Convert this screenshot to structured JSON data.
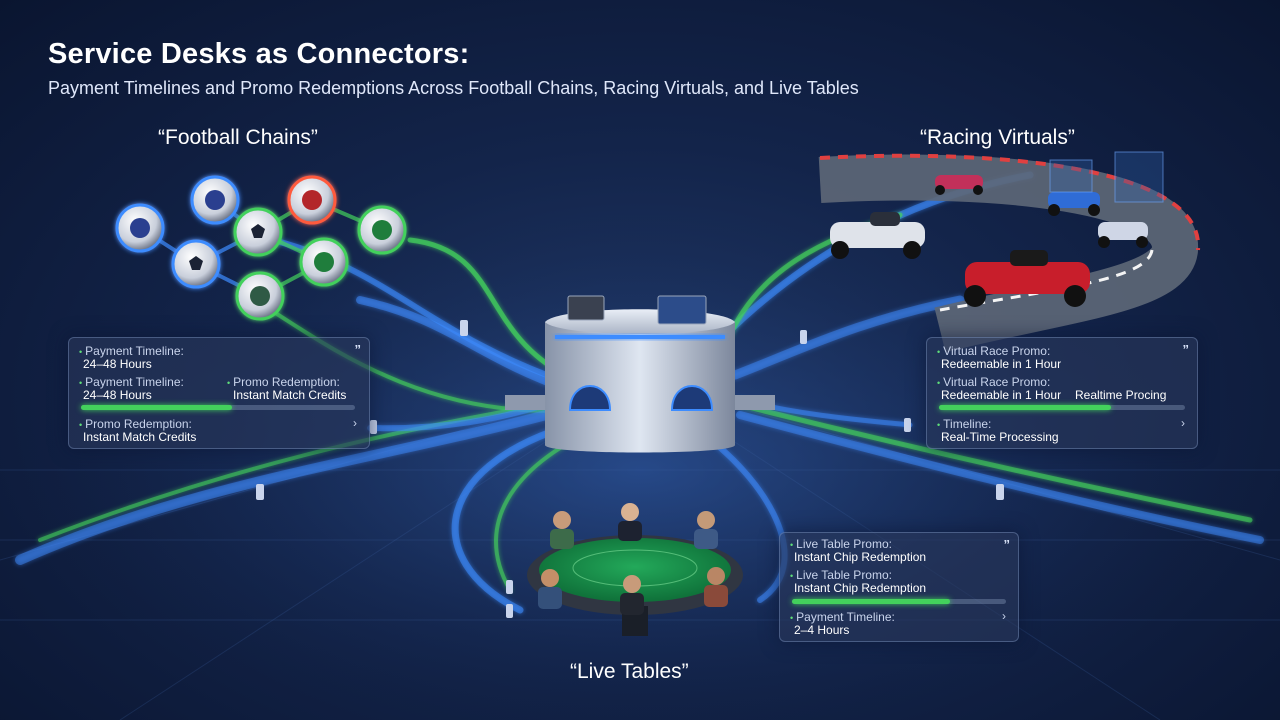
{
  "header": {
    "title": "Service Desks as Connectors:",
    "subtitle": "Payment Timelines and Promo Redemptions Across Football Chains, Racing Virtuals, and Live Tables"
  },
  "labels": {
    "football": "“Football Chains”",
    "racing": "“Racing Virtuals”",
    "live": "“Live Tables”"
  },
  "cards": {
    "football": {
      "quote": "”",
      "r1_label": "Payment Timeline:",
      "r1_value": "24–48 Hours",
      "r2_label": "Payment Timeline:",
      "r2_value": "24–48 Hours",
      "r2b_label": "Promo Redemption:",
      "r2b_value": "Instant Match Credits",
      "r3_label": "Promo Redemption:",
      "r3_value": "Instant Match Credits",
      "chev": "›",
      "progress": 0.55
    },
    "racing": {
      "quote": "”",
      "r1_label": "Virtual Race Promo:",
      "r1_value": "Redeemable in 1 Hour",
      "r2_label": "Virtual Race Promo:",
      "r2_value": "Redeemable in 1 Hour",
      "r2b_value": "Realtime Procing",
      "r3_label": "Timeline:",
      "r3_value": "Real-Time Processing",
      "chev": "›",
      "progress": 0.7
    },
    "live": {
      "quote": "”",
      "r1_label": "Live Table Promo:",
      "r1_value": "Instant Chip Redemption",
      "r2_label": "Live Table Promo:",
      "r2_value": "Instant Chip Redemption",
      "r3_label": "Payment Timeline:",
      "r3_value": "2–4 Hours",
      "chev": "›",
      "progress": 0.74
    }
  },
  "colors": {
    "accent_green": "#43d15c",
    "accent_blue": "#3d8cff",
    "background": "#13244a"
  }
}
